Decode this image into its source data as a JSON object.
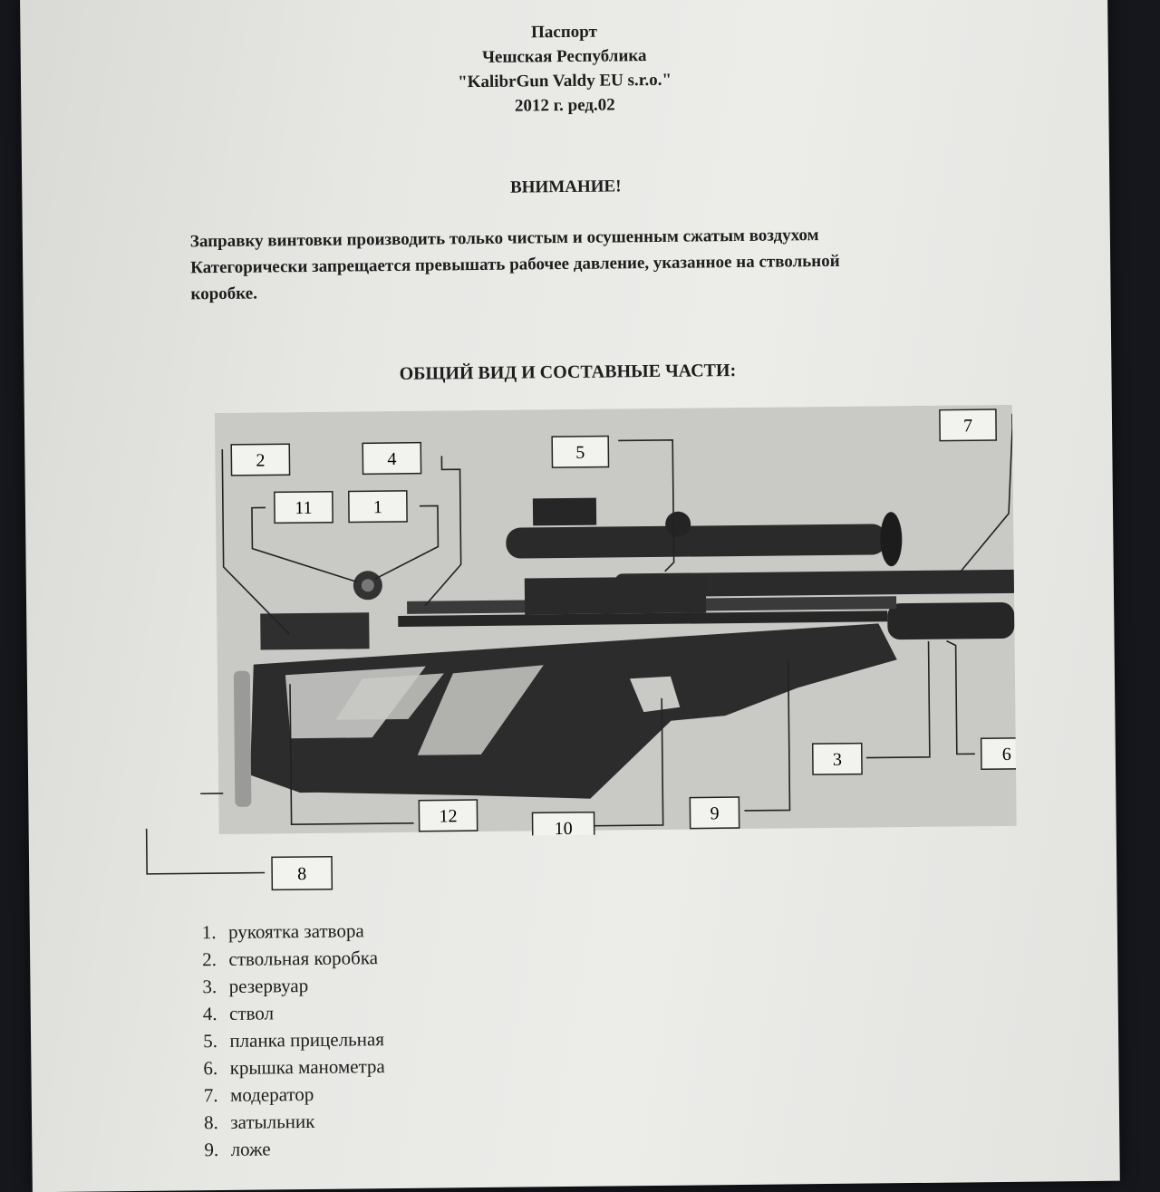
{
  "header": {
    "line1": "Паспорт",
    "line2": "Чешская Республика",
    "line3": "\"KalibrGun Valdy EU s.r.o.\"",
    "line4": "2012 г. ред.02"
  },
  "attention": "ВНИМАНИЕ!",
  "warning": {
    "line1": "Заправку винтовки производить только чистым и осушенным сжатым воздухом",
    "line2": "Категорически запрещается превышать рабочее давление, указанное на ствольной",
    "line3": "коробке."
  },
  "section_title": "ОБЩИЙ ВИД И СОСТАВНЫЕ ЧАСТИ:",
  "callouts": {
    "c1": "1",
    "c2": "2",
    "c3": "3",
    "c4": "4",
    "c5": "5",
    "c6": "6",
    "c7": "7",
    "c8": "8",
    "c9": "9",
    "c10": "10",
    "c11": "11",
    "c12": "12"
  },
  "parts": [
    {
      "num": "1.",
      "label": "рукоятка затвора"
    },
    {
      "num": "2.",
      "label": "ствольная коробка"
    },
    {
      "num": "3.",
      "label": "резервуар"
    },
    {
      "num": "4.",
      "label": "ствол"
    },
    {
      "num": "5.",
      "label": "планка прицельная"
    },
    {
      "num": "6.",
      "label": "крышка манометра"
    },
    {
      "num": "7.",
      "label": "модератор"
    },
    {
      "num": "8.",
      "label": "затыльник"
    },
    {
      "num": "9.",
      "label": "ложе"
    }
  ]
}
